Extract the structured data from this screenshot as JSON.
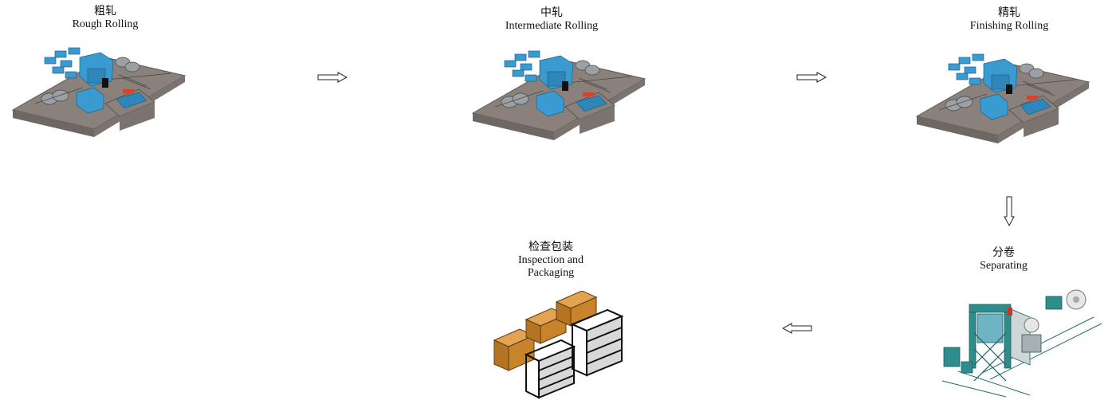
{
  "stages": {
    "rough": {
      "zh": "粗轧",
      "en": "Rough Rolling"
    },
    "intermediate": {
      "zh": "中轧",
      "en": "Intermediate Rolling"
    },
    "finishing": {
      "zh": "精轧",
      "en": "Finishing Rolling"
    },
    "separating": {
      "zh": "分卷",
      "en": "Separating"
    },
    "inspection": {
      "zh": "检查包装",
      "en_line1": "Inspection and",
      "en_line2": "Packaging"
    }
  },
  "colors": {
    "machine_blue": "#3a9bd0",
    "floor_gray": "#8a817c",
    "crate_orange": "#c8842a",
    "rack_black": "#1a1a1a",
    "frame_teal": "#2f8c8c"
  },
  "icons": {
    "mill": "rolling-mill-icon",
    "separator": "coil-separator-icon",
    "package": "crate-packaging-icon",
    "arrow": "flow-arrow-icon"
  }
}
